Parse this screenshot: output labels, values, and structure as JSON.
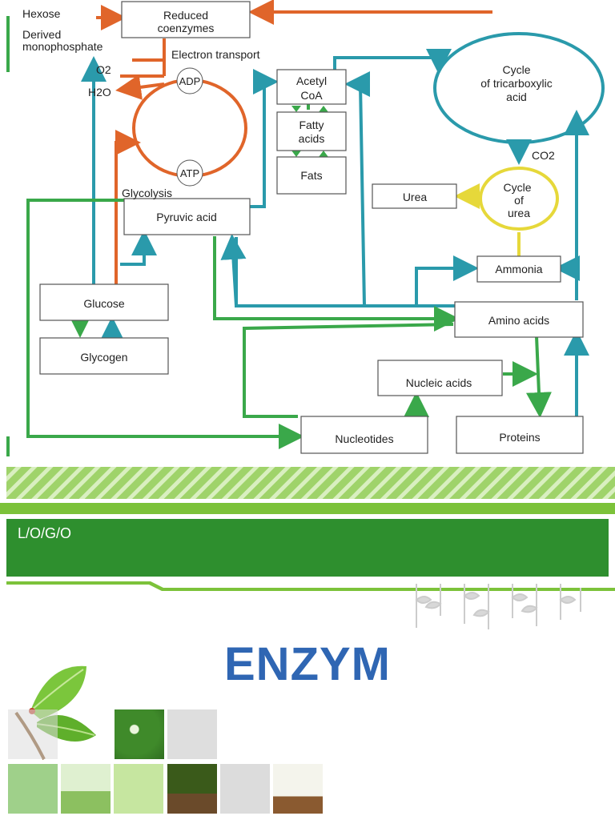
{
  "diagram": {
    "labels": {
      "hexose": "Hexose",
      "derived1": "Derived",
      "derived2": "monophosphate",
      "o2": "O2",
      "h2o": "H2O",
      "reduced1": "Reduced",
      "reduced2": "coenzymes",
      "electron_transport": "Electron transport",
      "adp": "ADP",
      "atp": "ATP",
      "glycolysis": "Glycolysis",
      "pyruvic_acid": "Pyruvic acid",
      "acetyl1": "Acetyl",
      "acetyl2": "CoA",
      "fatty1": "Fatty",
      "fatty2": "acids",
      "fats": "Fats",
      "tca1": "Cycle",
      "tca2": "of tricarboxylic",
      "tca3": "acid",
      "co2": "CO2",
      "urea": "Urea",
      "urea_cycle1": "Cycle",
      "urea_cycle2": "of",
      "urea_cycle3": "urea",
      "ammonia": "Ammonia",
      "amino_acids": "Amino acids",
      "glucose": "Glucose",
      "glycogen": "Glycogen",
      "nucleic_acids": "Nucleic acids",
      "nucleotides": "Nucleotides",
      "proteins": "Proteins"
    },
    "colors": {
      "orange": "#e0652a",
      "teal": "#2a9aab",
      "green": "#3aa84a",
      "yellow": "#e6d83a"
    }
  },
  "template": {
    "logo": "L/O/G/O",
    "title": "ENZYM",
    "colors": {
      "dark_green": "#2e8f2e",
      "light_green": "#7cc23a",
      "title_blue": "#2f66b3"
    }
  }
}
